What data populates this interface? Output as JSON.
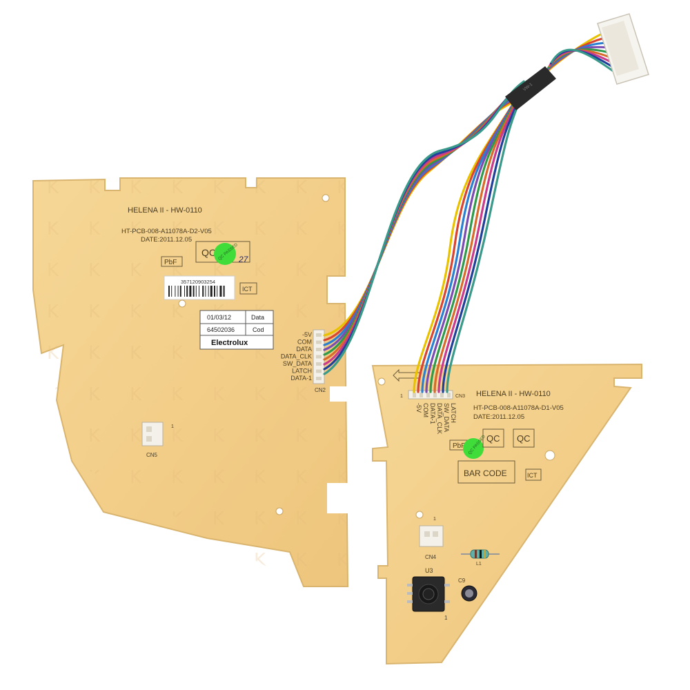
{
  "left_board": {
    "model": "HELENA II - HW-0110",
    "part_number": "HT-PCB-008-A11078A-D2-V05",
    "date": "DATE:2011.12.05",
    "pbf": "PbF",
    "qc": "QC",
    "qc_sticker": "QC PASSED",
    "qc_mark": "27",
    "barcode_number": "357120903254",
    "ict": "ICT",
    "info_label": {
      "date_value": "01/03/12",
      "date_header": "Data",
      "code_value": "64502036",
      "code_header": "Cod",
      "brand": "Electrolux"
    },
    "connector_pins": [
      "-5V",
      "COM",
      "DATA",
      "DATA_CLK",
      "SW_DATA",
      "LATCH",
      "DATA-1"
    ],
    "connector_name": "CN2",
    "cn5_label": "CN5",
    "cn5_pin": "1"
  },
  "right_board": {
    "model": "HELENA II - HW-0110",
    "part_number": "HT-PCB-008-A11078A-D1-V05",
    "date": "DATE:2011.12.05",
    "connector_name": "CN3",
    "connector_pin1": "1",
    "connector_pins": [
      "-5V",
      "COM",
      "DATA-1",
      "DATA_CLK",
      "SW_DATA",
      "LATCH"
    ],
    "pbf": "PbF",
    "qc1": "QC",
    "qc2": "QC",
    "qc_sticker": "QC PASSED",
    "barcode_box": "BAR  CODE",
    "ict": "ICT",
    "cn4_label": "CN4",
    "cn4_pin": "1",
    "l1_label": "L1",
    "u3_label": "U3",
    "u3_pin": "1",
    "c9_label": "C9"
  },
  "colors": {
    "pcb": "#f2cf8a",
    "pcb_edge": "#d9b46e",
    "silkscreen": "#5a4a2e",
    "sticker_green": "#3fdc3a",
    "wire_colors": [
      "#e8c200",
      "#d8442f",
      "#2a7fd0",
      "#7a4bb0",
      "#2f9a4a",
      "#d86a2a",
      "#c93a8a",
      "#1f3f9a",
      "#3a9a8a"
    ]
  }
}
